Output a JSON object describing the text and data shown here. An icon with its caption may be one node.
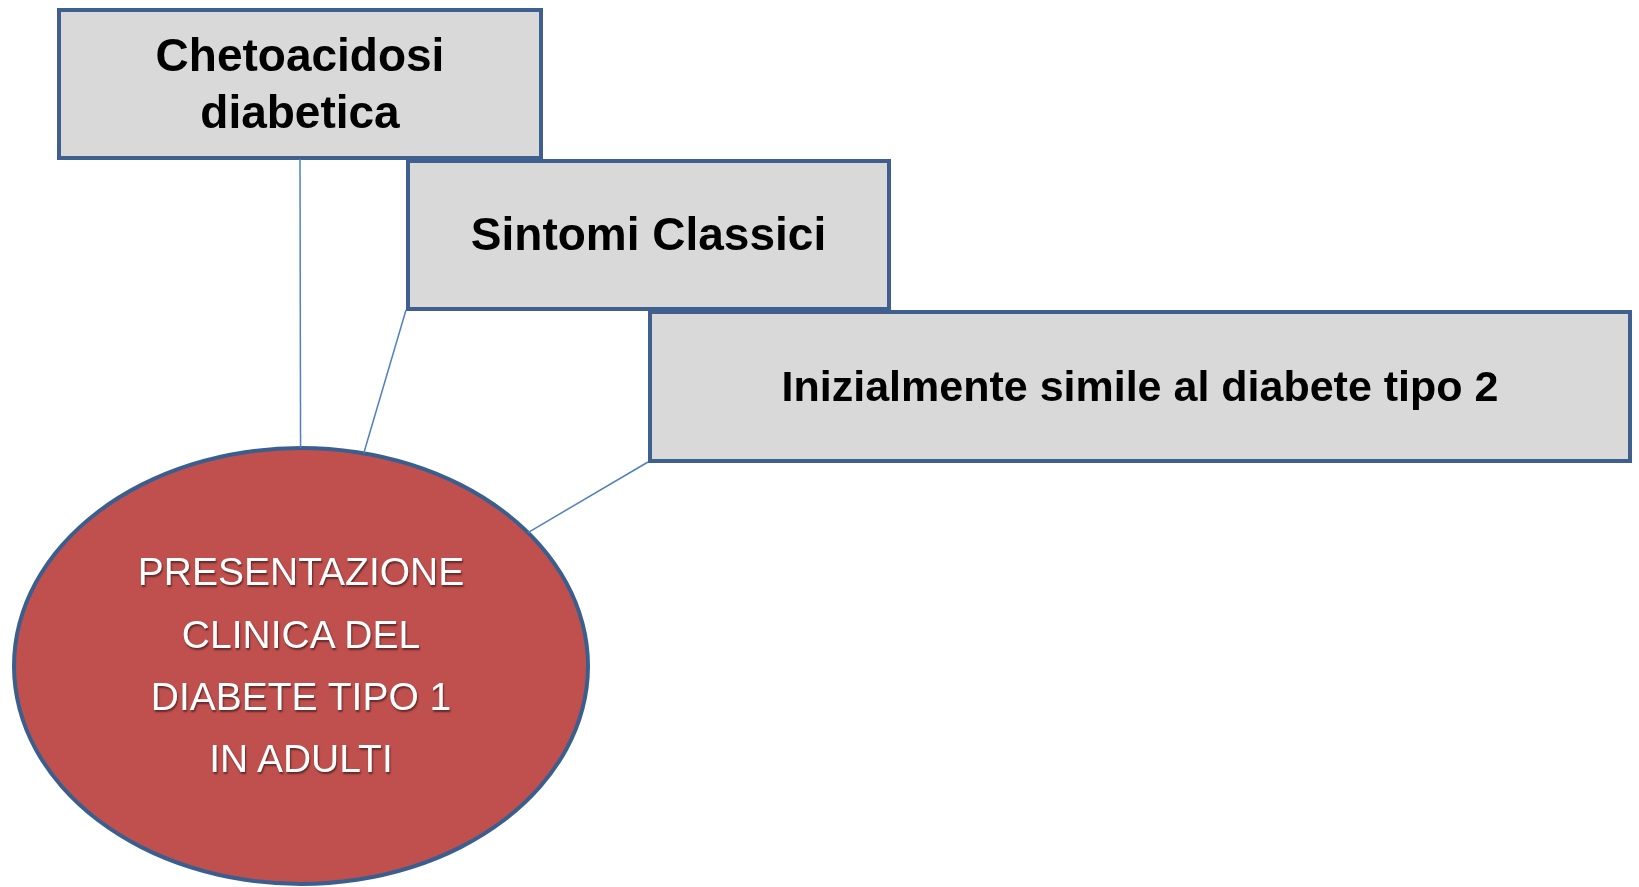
{
  "diagram": {
    "nodes": [
      {
        "text": [
          "Chetoacidosi diabetica"
        ]
      },
      {
        "text": [
          "Sintomi Classici"
        ]
      },
      {
        "text": [
          "Inizialmente simile al diabete tipo 2"
        ]
      },
      {
        "text": [
          "PRESENTAZIONE CLINICA DEL DIABETE TIPO 1 IN ADULTI"
        ]
      }
    ],
    "edges": [
      {
        "from": 0,
        "to": 3,
        "arrow": "none"
      },
      {
        "from": 1,
        "to": 3,
        "arrow": "none"
      },
      {
        "from": 2,
        "to": 3,
        "arrow": "none"
      }
    ]
  }
}
